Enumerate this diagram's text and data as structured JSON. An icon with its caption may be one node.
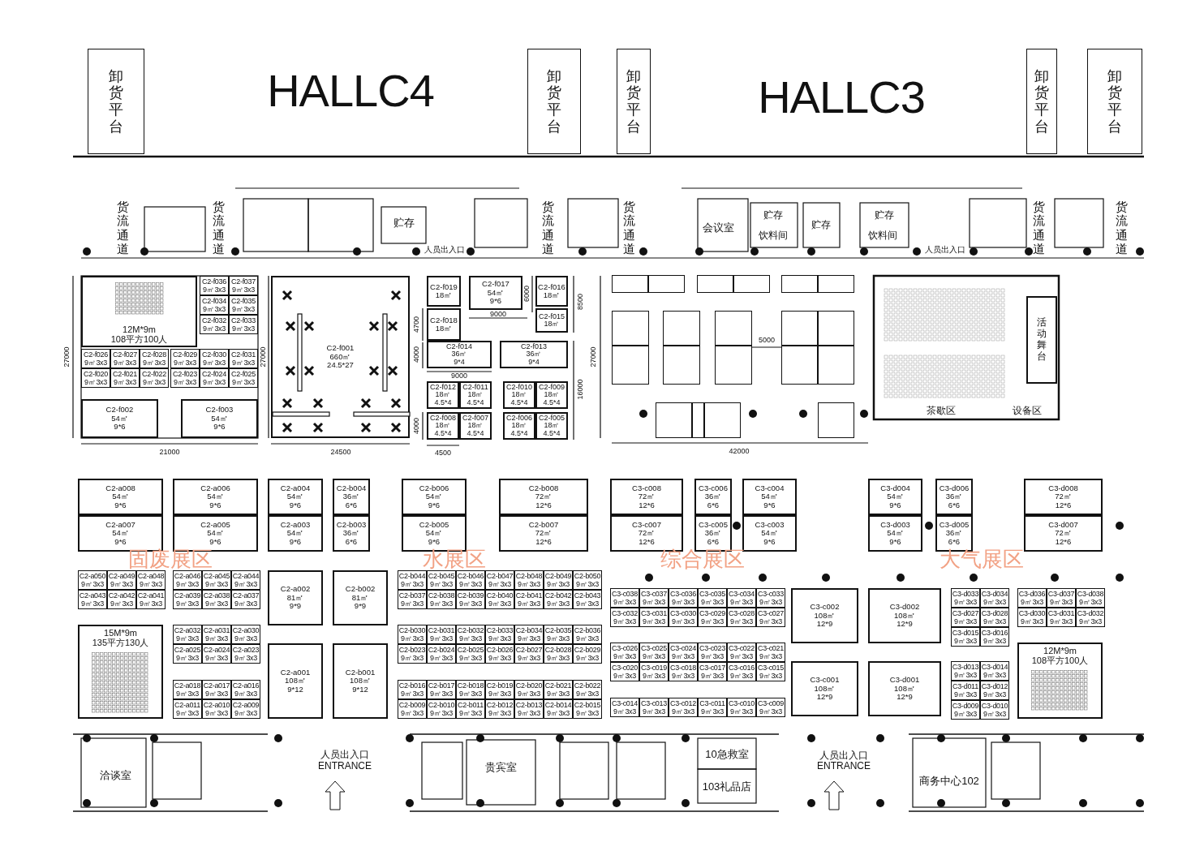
{
  "diagram": {
    "nodes": [
      {
        "text": [
          "卸货平台"
        ]
      },
      {
        "text": [
          "卸货平台"
        ]
      },
      {
        "text": [
          "卸货平台"
        ]
      },
      {
        "text": [
          "卸货平台"
        ]
      },
      {
        "text": [
          "卸货平台"
        ]
      },
      {
        "text": [
          "12M*9m",
          "108平方100人"
        ]
      },
      {
        "text": [
          "C2-f036",
          "9㎡",
          "3x3"
        ]
      },
      {
        "text": [
          "C2-f037",
          "9㎡",
          "3x3"
        ]
      },
      {
        "text": [
          "C2-f034",
          "9㎡",
          "3x3"
        ]
      },
      {
        "text": [
          "C2-f035",
          "9㎡",
          "3x3"
        ]
      },
      {
        "text": [
          "C2-f032",
          "9㎡",
          "3x3"
        ]
      },
      {
        "text": [
          "C2-f033",
          "9㎡",
          "3x3"
        ]
      },
      {
        "text": [
          "C2-f026",
          "9㎡",
          "3x3"
        ]
      },
      {
        "text": [
          "C2-f027",
          "9㎡",
          "3x3"
        ]
      },
      {
        "text": [
          "C2-f028",
          "9㎡",
          "3x3"
        ]
      },
      {
        "text": [
          "C2-f020",
          "9㎡",
          "3x3"
        ]
      },
      {
        "text": [
          "C2-f021",
          "9㎡",
          "3x3"
        ]
      },
      {
        "text": [
          "C2-f022",
          "9㎡",
          "3x3"
        ]
      },
      {
        "text": [
          "C2-f029",
          "9㎡",
          "3x3"
        ]
      },
      {
        "text": [
          "C2-f030",
          "9㎡",
          "3x3"
        ]
      },
      {
        "text": [
          "C2-f031",
          "9㎡",
          "3x3"
        ]
      },
      {
        "text": [
          "C2-f023",
          "9㎡",
          "3x3"
        ]
      },
      {
        "text": [
          "C2-f024",
          "9㎡",
          "3x3"
        ]
      },
      {
        "text": [
          "C2-f025",
          "9㎡",
          "3x3"
        ]
      },
      {
        "text": [
          "C2-f002",
          "54㎡",
          "9*6"
        ]
      },
      {
        "text": [
          "C2-f003",
          "54㎡",
          "9*6"
        ]
      },
      {
        "text": [
          "C2-f001",
          "660㎡",
          "24.5*27"
        ]
      },
      {
        "text": [
          "C2-f019",
          "18㎡"
        ]
      },
      {
        "text": [
          "C2-f017",
          "54㎡",
          "9*6"
        ]
      },
      {
        "text": [
          "C2-f016",
          "18㎡"
        ]
      },
      {
        "text": [
          "C2-f018",
          "18㎡"
        ]
      },
      {
        "text": [
          "C2-f015",
          "18㎡"
        ]
      },
      {
        "text": [
          "C2-f014",
          "36㎡",
          "9*4"
        ]
      },
      {
        "text": [
          "C2-f013",
          "36㎡",
          "9*4"
        ]
      },
      {
        "text": [
          "C2-f012",
          "18㎡",
          "4.5*4"
        ]
      },
      {
        "text": [
          "C2-f011",
          "18㎡",
          "4.5*4"
        ]
      },
      {
        "text": [
          "C2-f010",
          "18㎡",
          "4.5*4"
        ]
      },
      {
        "text": [
          "C2-f009",
          "18㎡",
          "4.5*4"
        ]
      },
      {
        "text": [
          "C2-f008",
          "18㎡",
          "4.5*4"
        ]
      },
      {
        "text": [
          "C2-f007",
          "18㎡",
          "4.5*4"
        ]
      },
      {
        "text": [
          "C2-f006",
          "18㎡",
          "4.5*4"
        ]
      },
      {
        "text": [
          "C2-f005",
          "18㎡",
          "4.5*4"
        ]
      },
      {
        "text": [],
        "shape": "box"
      },
      {
        "text": [],
        "shape": "box"
      },
      {
        "text": [],
        "shape": "box"
      },
      {
        "text": [],
        "shape": "box"
      },
      {
        "text": [],
        "shape": "box"
      },
      {
        "text": [],
        "shape": "box"
      },
      {
        "text": [],
        "shape": "box"
      },
      {
        "text": [],
        "shape": "box"
      },
      {
        "text": [],
        "shape": "box"
      },
      {
        "text": [],
        "shape": "box"
      },
      {
        "text": [],
        "shape": "box"
      },
      {
        "text": [],
        "shape": "box"
      },
      {
        "text": [],
        "shape": "box"
      },
      {
        "text": [],
        "shape": "box"
      },
      {
        "text": [],
        "shape": "box"
      },
      {
        "text": [],
        "shape": "box"
      },
      {
        "text": [],
        "shape": "box"
      },
      {
        "text": [],
        "shape": "box"
      },
      {
        "text": [],
        "shape": "box"
      },
      {
        "text": [],
        "shape": "box"
      },
      {
        "text": [
          "活动舞台"
        ]
      },
      {
        "text": [
          "C2-a008",
          "54㎡",
          "9*6"
        ]
      },
      {
        "text": [
          "C2-a006",
          "54㎡",
          "9*6"
        ]
      },
      {
        "text": [
          "C2-a004",
          "54㎡",
          "9*6"
        ]
      },
      {
        "text": [
          "C2-b004",
          "36㎡",
          "6*6"
        ]
      },
      {
        "text": [
          "C2-b006",
          "54㎡",
          "9*6"
        ]
      },
      {
        "text": [
          "C2-b008",
          "72㎡",
          "12*6"
        ]
      },
      {
        "text": [
          "C2-a007",
          "54㎡",
          "9*6"
        ]
      },
      {
        "text": [
          "C2-a005",
          "54㎡",
          "9*6"
        ]
      },
      {
        "text": [
          "C2-a003",
          "54㎡",
          "9*6"
        ]
      },
      {
        "text": [
          "C2-b003",
          "36㎡",
          "6*6"
        ]
      },
      {
        "text": [
          "C2-b005",
          "54㎡",
          "9*6"
        ]
      },
      {
        "text": [
          "C2-b007",
          "72㎡",
          "12*6"
        ]
      },
      {
        "text": [
          "C2-a050",
          "9㎡",
          "3x3"
        ]
      },
      {
        "text": [
          "C2-a049",
          "9㎡",
          "3x3"
        ]
      },
      {
        "text": [
          "C2-a048",
          "9㎡",
          "3x3"
        ]
      },
      {
        "text": [
          "C2-a043",
          "9㎡",
          "3x3"
        ]
      },
      {
        "text": [
          "C2-a042",
          "9㎡",
          "3x3"
        ]
      },
      {
        "text": [
          "C2-a041",
          "9㎡",
          "3x3"
        ]
      },
      {
        "text": [
          "C2-a046",
          "9㎡",
          "3x3"
        ]
      },
      {
        "text": [
          "C2-a045",
          "9㎡",
          "3x3"
        ]
      },
      {
        "text": [
          "C2-a044",
          "9㎡",
          "3x3"
        ]
      },
      {
        "text": [
          "C2-a039",
          "9㎡",
          "3x3"
        ]
      },
      {
        "text": [
          "C2-a038",
          "9㎡",
          "3x3"
        ]
      },
      {
        "text": [
          "C2-a037",
          "9㎡",
          "3x3"
        ]
      },
      {
        "text": [
          "C2-a002",
          "81㎡",
          "9*9"
        ]
      },
      {
        "text": [
          "C2-b002",
          "81㎡",
          "9*9"
        ]
      },
      {
        "text": [
          "C2-b044",
          "9㎡",
          "3x3"
        ]
      },
      {
        "text": [
          "C2-b045",
          "9㎡",
          "3x3"
        ]
      },
      {
        "text": [
          "C2-b046",
          "9㎡",
          "3x3"
        ]
      },
      {
        "text": [
          "C2-b047",
          "9㎡",
          "3x3"
        ]
      },
      {
        "text": [
          "C2-b048",
          "9㎡",
          "3x3"
        ]
      },
      {
        "text": [
          "C2-b049",
          "9㎡",
          "3x3"
        ]
      },
      {
        "text": [
          "C2-b050",
          "9㎡",
          "3x3"
        ]
      },
      {
        "text": [
          "C2-b037",
          "9㎡",
          "3x3"
        ]
      },
      {
        "text": [
          "C2-b038",
          "9㎡",
          "3x3"
        ]
      },
      {
        "text": [
          "C2-b039",
          "9㎡",
          "3x3"
        ]
      },
      {
        "text": [
          "C2-b040",
          "9㎡",
          "3x3"
        ]
      },
      {
        "text": [
          "C2-b041",
          "9㎡",
          "3x3"
        ]
      },
      {
        "text": [
          "C2-b042",
          "9㎡",
          "3x3"
        ]
      },
      {
        "text": [
          "C2-b043",
          "9㎡",
          "3x3"
        ]
      },
      {
        "text": [
          "15M*9m",
          "135平方130人"
        ]
      },
      {
        "text": [
          "C2-a032",
          "9㎡",
          "3x3"
        ]
      },
      {
        "text": [
          "C2-a031",
          "9㎡",
          "3x3"
        ]
      },
      {
        "text": [
          "C2-a030",
          "9㎡",
          "3x3"
        ]
      },
      {
        "text": [
          "C2-a025",
          "9㎡",
          "3x3"
        ]
      },
      {
        "text": [
          "C2-a024",
          "9㎡",
          "3x3"
        ]
      },
      {
        "text": [
          "C2-a023",
          "9㎡",
          "3x3"
        ]
      },
      {
        "text": [
          "C2-a001",
          "108㎡",
          "9*12"
        ]
      },
      {
        "text": [
          "C2-b001",
          "108㎡",
          "9*12"
        ]
      },
      {
        "text": [
          "C2-b030",
          "9㎡",
          "3x3"
        ]
      },
      {
        "text": [
          "C2-b031",
          "9㎡",
          "3x3"
        ]
      },
      {
        "text": [
          "C2-b032",
          "9㎡",
          "3x3"
        ]
      },
      {
        "text": [
          "C2-b033",
          "9㎡",
          "3x3"
        ]
      },
      {
        "text": [
          "C2-b034",
          "9㎡",
          "3x3"
        ]
      },
      {
        "text": [
          "C2-b035",
          "9㎡",
          "3x3"
        ]
      },
      {
        "text": [
          "C2-b036",
          "9㎡",
          "3x3"
        ]
      },
      {
        "text": [
          "C2-b023",
          "9㎡",
          "3x3"
        ]
      },
      {
        "text": [
          "C2-b024",
          "9㎡",
          "3x3"
        ]
      },
      {
        "text": [
          "C2-b025",
          "9㎡",
          "3x3"
        ]
      },
      {
        "text": [
          "C2-b026",
          "9㎡",
          "3x3"
        ]
      },
      {
        "text": [
          "C2-b027",
          "9㎡",
          "3x3"
        ]
      },
      {
        "text": [
          "C2-b028",
          "9㎡",
          "3x3"
        ]
      },
      {
        "text": [
          "C2-b029",
          "9㎡",
          "3x3"
        ]
      },
      {
        "text": [
          "C2-a018",
          "9㎡",
          "3x3"
        ]
      },
      {
        "text": [
          "C2-a017",
          "9㎡",
          "3x3"
        ]
      },
      {
        "text": [
          "C2-a016",
          "9㎡",
          "3x3"
        ]
      },
      {
        "text": [
          "C2-a011",
          "9㎡",
          "3x3"
        ]
      },
      {
        "text": [
          "C2-a010",
          "9㎡",
          "3x3"
        ]
      },
      {
        "text": [
          "C2-a009",
          "9㎡",
          "3x3"
        ]
      },
      {
        "text": [
          "C2-b016",
          "9㎡",
          "3x3"
        ]
      },
      {
        "text": [
          "C2-b017",
          "9㎡",
          "3x3"
        ]
      },
      {
        "text": [
          "C2-b018",
          "9㎡",
          "3x3"
        ]
      },
      {
        "text": [
          "C2-b019",
          "9㎡",
          "3x3"
        ]
      },
      {
        "text": [
          "C2-b020",
          "9㎡",
          "3x3"
        ]
      },
      {
        "text": [
          "C2-b021",
          "9㎡",
          "3x3"
        ]
      },
      {
        "text": [
          "C2-b022",
          "9㎡",
          "3x3"
        ]
      },
      {
        "text": [
          "C2-b009",
          "9㎡",
          "3x3"
        ]
      },
      {
        "text": [
          "C2-b010",
          "9㎡",
          "3x3"
        ]
      },
      {
        "text": [
          "C2-b011",
          "9㎡",
          "3x3"
        ]
      },
      {
        "text": [
          "C2-b012",
          "9㎡",
          "3x3"
        ]
      },
      {
        "text": [
          "C2-b013",
          "9㎡",
          "3x3"
        ]
      },
      {
        "text": [
          "C2-b014",
          "9㎡",
          "3x3"
        ]
      },
      {
        "text": [
          "C2-b015",
          "9㎡",
          "3x3"
        ]
      },
      {
        "text": [
          "C3-c008",
          "72㎡",
          "12*6"
        ]
      },
      {
        "text": [
          "C3-c006",
          "36㎡",
          "6*6"
        ]
      },
      {
        "text": [
          "C3-c004",
          "54㎡",
          "9*6"
        ]
      },
      {
        "text": [
          "C3-d004",
          "54㎡",
          "9*6"
        ]
      },
      {
        "text": [
          "C3-d006",
          "36㎡",
          "6*6"
        ]
      },
      {
        "text": [
          "C3-d008",
          "72㎡",
          "12*6"
        ]
      },
      {
        "text": [
          "C3-c007",
          "72㎡",
          "12*6"
        ]
      },
      {
        "text": [
          "C3-c005",
          "36㎡",
          "6*6"
        ]
      },
      {
        "text": [
          "C3-c003",
          "54㎡",
          "9*6"
        ]
      },
      {
        "text": [
          "C3-d003",
          "54㎡",
          "9*6"
        ]
      },
      {
        "text": [
          "C3-d005",
          "36㎡",
          "6*6"
        ]
      },
      {
        "text": [
          "C3-d007",
          "72㎡",
          "12*6"
        ]
      },
      {
        "text": [
          "C3-c038",
          "9㎡",
          "3x3"
        ]
      },
      {
        "text": [
          "C3-c037",
          "9㎡",
          "3x3"
        ]
      },
      {
        "text": [
          "C3-c036",
          "9㎡",
          "3x3"
        ]
      },
      {
        "text": [
          "C3-c035",
          "9㎡",
          "3x3"
        ]
      },
      {
        "text": [
          "C3-c034",
          "9㎡",
          "3x3"
        ]
      },
      {
        "text": [
          "C3-c033",
          "9㎡",
          "3x3"
        ]
      },
      {
        "text": [
          "C3-c032",
          "9㎡",
          "3x3"
        ]
      },
      {
        "text": [
          "C3-c031",
          "9㎡",
          "3x3"
        ]
      },
      {
        "text": [
          "C3-c030",
          "9㎡",
          "3x3"
        ]
      },
      {
        "text": [
          "C3-c029",
          "9㎡",
          "3x3"
        ]
      },
      {
        "text": [
          "C3-c028",
          "9㎡",
          "3x3"
        ]
      },
      {
        "text": [
          "C3-c027",
          "9㎡",
          "3x3"
        ]
      },
      {
        "text": [
          "C3-c002",
          "108㎡",
          "12*9"
        ]
      },
      {
        "text": [
          "C3-d002",
          "108㎡",
          "12*9"
        ]
      },
      {
        "text": [
          "C3-d033",
          "9㎡",
          "3x3"
        ]
      },
      {
        "text": [
          "C3-d034",
          "9㎡",
          "3x3"
        ]
      },
      {
        "text": [
          "C3-d027",
          "9㎡",
          "3x3"
        ]
      },
      {
        "text": [
          "C3-d028",
          "9㎡",
          "3x3"
        ]
      },
      {
        "text": [
          "C3-d015",
          "9㎡",
          "3x3"
        ]
      },
      {
        "text": [
          "C3-d016",
          "9㎡",
          "3x3"
        ]
      },
      {
        "text": [
          "C3-d036",
          "9㎡",
          "3x3"
        ]
      },
      {
        "text": [
          "C3-d037",
          "9㎡",
          "3x3"
        ]
      },
      {
        "text": [
          "C3-d038",
          "9㎡",
          "3x3"
        ]
      },
      {
        "text": [
          "C3-d030",
          "9㎡",
          "3x3"
        ]
      },
      {
        "text": [
          "C3-d031",
          "9㎡",
          "3x3"
        ]
      },
      {
        "text": [
          "C3-d032",
          "9㎡",
          "3x3"
        ]
      },
      {
        "text": [
          "C3-c026",
          "9㎡",
          "3x3"
        ]
      },
      {
        "text": [
          "C3-c025",
          "9㎡",
          "3x3"
        ]
      },
      {
        "text": [
          "C3-c024",
          "9㎡",
          "3x3"
        ]
      },
      {
        "text": [
          "C3-c023",
          "9㎡",
          "3x3"
        ]
      },
      {
        "text": [
          "C3-c022",
          "9㎡",
          "3x3"
        ]
      },
      {
        "text": [
          "C3-c021",
          "9㎡",
          "3x3"
        ]
      },
      {
        "text": [
          "C3-c020",
          "9㎡",
          "3x3"
        ]
      },
      {
        "text": [
          "C3-c019",
          "9㎡",
          "3x3"
        ]
      },
      {
        "text": [
          "C3-c018",
          "9㎡",
          "3x3"
        ]
      },
      {
        "text": [
          "C3-c017",
          "9㎡",
          "3x3"
        ]
      },
      {
        "text": [
          "C3-c016",
          "9㎡",
          "3x3"
        ]
      },
      {
        "text": [
          "C3-c015",
          "9㎡",
          "3x3"
        ]
      },
      {
        "text": [
          "C3-c001",
          "108㎡",
          "12*9"
        ]
      },
      {
        "text": [
          "C3-d001",
          "108㎡",
          "12*9"
        ]
      },
      {
        "text": [
          "C3-d013",
          "9㎡",
          "3x3"
        ]
      },
      {
        "text": [
          "C3-d014",
          "9㎡",
          "3x3"
        ]
      },
      {
        "text": [
          "C3-d011",
          "9㎡",
          "3x3"
        ]
      },
      {
        "text": [
          "C3-d012",
          "9㎡",
          "3x3"
        ]
      },
      {
        "text": [
          "C3-d009",
          "9㎡",
          "3x3"
        ]
      },
      {
        "text": [
          "C3-d010",
          "9㎡",
          "3x3"
        ]
      },
      {
        "text": [
          "12M*9m",
          "108平方100人"
        ]
      },
      {
        "text": [
          "C3-c014",
          "9㎡",
          "3x3"
        ]
      },
      {
        "text": [
          "C3-c013",
          "9㎡",
          "3x3"
        ]
      },
      {
        "text": [
          "C3-c012",
          "9㎡",
          "3x3"
        ]
      },
      {
        "text": [
          "C3-c011",
          "9㎡",
          "3x3"
        ]
      },
      {
        "text": [
          "C3-c010",
          "9㎡",
          "3x3"
        ]
      },
      {
        "text": [
          "C3-c009",
          "9㎡",
          "3x3"
        ]
      }
    ],
    "labels": [
      "HALLC4",
      "HALLC3",
      "货流通道",
      "货流通道",
      "货流通道",
      "货流通道",
      "货流通道",
      "货流通道",
      "贮存",
      "会议室",
      "贮存",
      "饮料间",
      "贮存",
      "贮存",
      "饮料间",
      "人员出入口",
      "人员出入口",
      "27000",
      "21000",
      "27000",
      "24500",
      "4700",
      "6000",
      "8500",
      "9000",
      "4000",
      "9000",
      "16000",
      "4000",
      "4500",
      "27000",
      "5000",
      "42000",
      "茶歇区",
      "设备区",
      "固废展区",
      "水展区",
      "综合展区",
      "大气展区",
      "洽谈室",
      "人员出入口",
      "ENTRANCE",
      "贵宾室",
      "10急救室",
      "103礼品店",
      "人员出入口",
      "ENTRANCE",
      "商务中心102"
    ]
  }
}
